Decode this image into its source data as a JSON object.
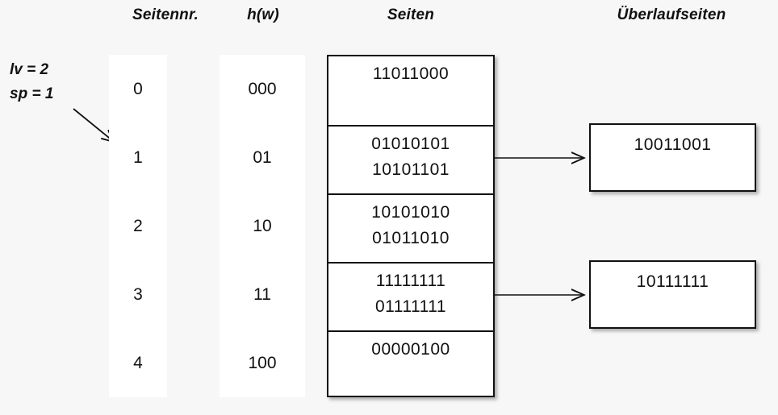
{
  "headers": {
    "seitennr": "Seitennr.",
    "hw": "h(w)",
    "seiten": "Seiten",
    "ueberlaufseiten": "Überlaufseiten"
  },
  "parameters": {
    "lv": "lv = 2",
    "sp": "sp = 1"
  },
  "rows": [
    {
      "seitennr": "0",
      "hw": "000",
      "records": [
        "11011000"
      ],
      "overflow": null
    },
    {
      "seitennr": "1",
      "hw": "01",
      "records": [
        "01010101",
        "10101101"
      ],
      "overflow": "10011001"
    },
    {
      "seitennr": "2",
      "hw": "10",
      "records": [
        "10101010",
        "01011010"
      ],
      "overflow": null
    },
    {
      "seitennr": "3",
      "hw": "11",
      "records": [
        "11111111",
        "01111111"
      ],
      "overflow": "10111111"
    },
    {
      "seitennr": "4",
      "hw": "100",
      "records": [
        "00000100"
      ],
      "overflow": null
    }
  ],
  "overflow_pages": [
    {
      "index": 0,
      "value": "10011001",
      "from_row": 1
    },
    {
      "index": 1,
      "value": "10111111",
      "from_row": 3
    }
  ],
  "colors": {
    "background": "#f7f7f7",
    "surface": "#ffffff",
    "stroke": "#111111",
    "text": "#111111"
  }
}
